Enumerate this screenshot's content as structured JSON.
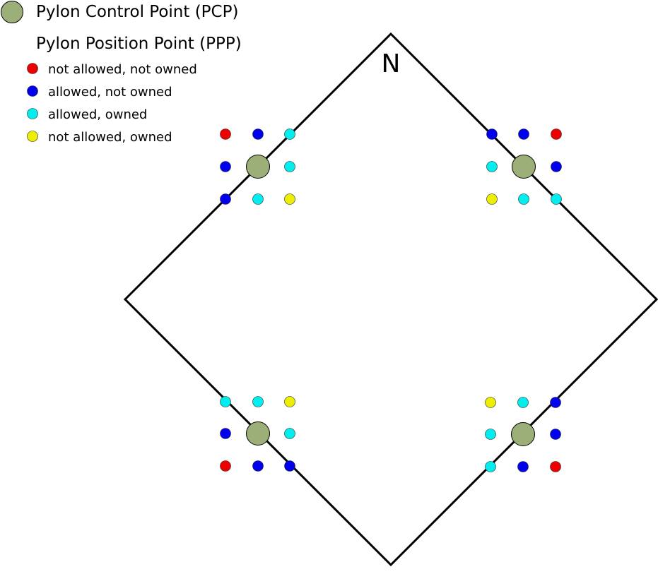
{
  "legend": {
    "pcp": {
      "label": "Pylon Control Point (PCP)",
      "color": "#9caf78"
    },
    "ppp_title": "Pylon Position Point (PPP)",
    "items": [
      {
        "status": "nao",
        "label": "not allowed, not owned",
        "color": "#ee0000"
      },
      {
        "status": "an",
        "label": "allowed, not owned",
        "color": "#0000ee"
      },
      {
        "status": "ao",
        "label": "allowed, owned",
        "color": "#00eeee"
      },
      {
        "status": "nal",
        "label": "not allowed, owned",
        "color": "#eeee00"
      }
    ]
  },
  "map": {
    "north_label": "N",
    "corners": [
      {
        "id": "nw",
        "grid": [
          [
            "nao",
            "an",
            "ao"
          ],
          [
            "an",
            "pcp",
            "ao"
          ],
          [
            "an",
            "ao",
            "nal"
          ]
        ]
      },
      {
        "id": "ne",
        "grid": [
          [
            "an",
            "an",
            "nao"
          ],
          [
            "ao",
            "pcp",
            "an"
          ],
          [
            "nal",
            "ao",
            "ao"
          ]
        ]
      },
      {
        "id": "sw",
        "grid": [
          [
            "ao",
            "ao",
            "nal"
          ],
          [
            "an",
            "pcp",
            "ao"
          ],
          [
            "nao",
            "an",
            "an"
          ]
        ]
      },
      {
        "id": "se",
        "grid": [
          [
            "nal",
            "ao",
            "an"
          ],
          [
            "ao",
            "pcp",
            "an"
          ],
          [
            "ao",
            "an",
            "nao"
          ]
        ]
      }
    ]
  }
}
